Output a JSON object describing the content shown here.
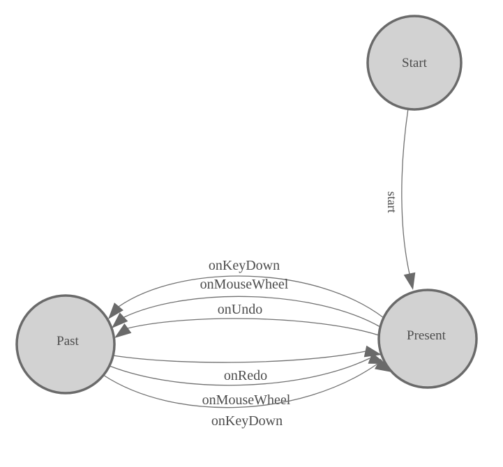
{
  "diagram": {
    "type": "state-machine",
    "description": "Undo/redo state diagram with Start, Present and Past states"
  },
  "colors": {
    "background": "#ffffff",
    "node_fill": "#d2d2d2",
    "node_stroke": "#6a6a6a",
    "edge_stroke": "#707070",
    "arrow_fill": "#6a6a6a",
    "text": "#4c4c4c"
  },
  "nodes": [
    {
      "id": "start",
      "label": "Start"
    },
    {
      "id": "present",
      "label": "Present"
    },
    {
      "id": "past",
      "label": "Past"
    }
  ],
  "edges": [
    {
      "from": "Start",
      "to": "Present",
      "label": "start"
    },
    {
      "from": "Present",
      "to": "Past",
      "label": "onKeyDown"
    },
    {
      "from": "Present",
      "to": "Past",
      "label": "onMouseWheel"
    },
    {
      "from": "Present",
      "to": "Past",
      "label": "onUndo"
    },
    {
      "from": "Past",
      "to": "Present",
      "label": "onRedo"
    },
    {
      "from": "Past",
      "to": "Present",
      "label": "onMouseWheel"
    },
    {
      "from": "Past",
      "to": "Present",
      "label": "onKeyDown"
    }
  ]
}
